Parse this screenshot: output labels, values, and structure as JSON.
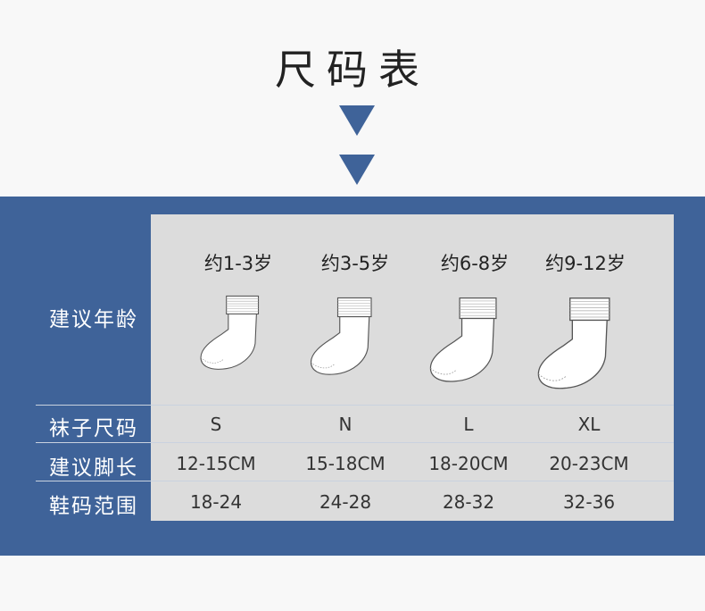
{
  "title": "尺码表",
  "colors": {
    "band": "#3f6399",
    "panel": "#dcdcdc",
    "background": "#f8f8f8"
  },
  "row_labels": {
    "age": "建议年龄",
    "sock_size": "袜子尺码",
    "foot_length": "建议脚长",
    "shoe_range": "鞋码范围"
  },
  "columns": [
    {
      "age": "约1-3岁",
      "sock_size": "S",
      "foot_length": "12-15CM",
      "shoe_range": "18-24",
      "icon": "sock-icon"
    },
    {
      "age": "约3-5岁",
      "sock_size": "N",
      "foot_length": "15-18CM",
      "shoe_range": "24-28",
      "icon": "sock-icon"
    },
    {
      "age": "约6-8岁",
      "sock_size": "L",
      "foot_length": "18-20CM",
      "shoe_range": "28-32",
      "icon": "sock-icon"
    },
    {
      "age": "约9-12岁",
      "sock_size": "XL",
      "foot_length": "20-23CM",
      "shoe_range": "32-36",
      "icon": "sock-icon"
    }
  ]
}
